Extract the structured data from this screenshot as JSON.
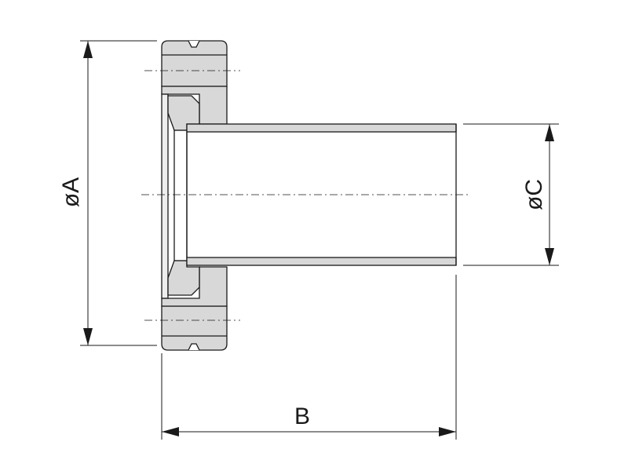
{
  "labels": {
    "dim_a": "øA",
    "dim_b": "B",
    "dim_c": "øC"
  },
  "colors": {
    "line": "#1a1a1a",
    "part_fill": "#d8d8d8",
    "part_light": "#eeeeee",
    "background": "#ffffff"
  }
}
